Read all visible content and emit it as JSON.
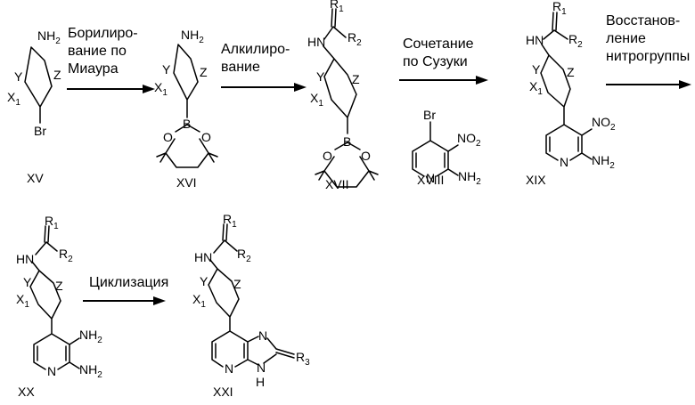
{
  "colors": {
    "ink": "#000000",
    "background": "#ffffff"
  },
  "compounds": {
    "xv": "XV",
    "xvi": "XVI",
    "xvii": "XVII",
    "xviii": "XVIII",
    "xix": "XIX",
    "xx": "XX",
    "xxi": "XXI"
  },
  "steps": {
    "borylation": [
      "Борилиро-",
      "вание по",
      "Миаура"
    ],
    "alkylation": [
      "Алкилиро-",
      "вание"
    ],
    "suzuki": [
      "Сочетание",
      "по Сузуки"
    ],
    "reduction": [
      "Восстанов-",
      "ление",
      "нитрогруппы"
    ],
    "cyclization": [
      "Циклизация"
    ]
  },
  "labels": {
    "amine": "NH",
    "amine_sub": "2",
    "hn": "HN",
    "y": "Y",
    "z": "Z",
    "x": "X",
    "x_sub": "1",
    "br": "Br",
    "b": "B",
    "o": "O",
    "n": "N",
    "no": "NO",
    "no_sub": "2",
    "r": "R",
    "r1_sub": "1",
    "r2_sub": "2",
    "r3_sub": "3",
    "nh": "NH",
    "h": "H"
  }
}
